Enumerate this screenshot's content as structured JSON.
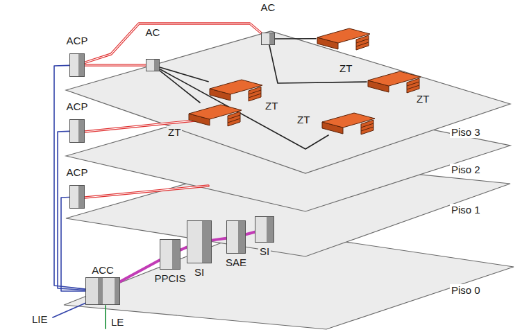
{
  "diagram": {
    "nodes": [
      {
        "text": [
          "ACP"
        ]
      },
      {
        "text": [
          "AC"
        ]
      },
      {
        "text": [
          "AC"
        ]
      },
      {
        "text": [
          "ACP"
        ]
      },
      {
        "text": [
          "ACP"
        ]
      },
      {
        "text": [
          "ACC"
        ]
      },
      {
        "text": [
          "PPCIS"
        ]
      },
      {
        "text": [
          "SI"
        ]
      },
      {
        "text": [
          "SAE"
        ]
      },
      {
        "text": [
          "SI"
        ]
      },
      {
        "text": [
          "ZT"
        ]
      },
      {
        "text": [
          "ZT"
        ]
      },
      {
        "text": [
          "ZT"
        ]
      },
      {
        "text": [
          "ZT"
        ]
      },
      {
        "text": [
          "ZT"
        ]
      }
    ],
    "edges": [
      {
        "from": 0,
        "to": 1,
        "arrow": "none"
      },
      {
        "from": 0,
        "to": 2,
        "arrow": "none"
      },
      {
        "from": 5,
        "to": 0,
        "arrow": "none"
      },
      {
        "from": 5,
        "to": 3,
        "arrow": "none"
      },
      {
        "from": 5,
        "to": 4,
        "arrow": "none"
      },
      {
        "from": 5,
        "to": 6,
        "arrow": "none"
      },
      {
        "from": 6,
        "to": 7,
        "arrow": "none"
      },
      {
        "from": 7,
        "to": 8,
        "arrow": "none"
      },
      {
        "from": 8,
        "to": 9,
        "arrow": "none"
      },
      {
        "from": 2,
        "to": 10,
        "arrow": "none"
      },
      {
        "from": 1,
        "to": 11,
        "arrow": "none"
      },
      {
        "from": 2,
        "to": 12,
        "arrow": "none"
      },
      {
        "from": 1,
        "to": 13,
        "arrow": "none"
      },
      {
        "from": 1,
        "to": 14,
        "arrow": "none"
      }
    ],
    "labels": [
      "Piso 3",
      "Piso 2",
      "Piso 1",
      "Piso 0",
      "LIE",
      "LE"
    ]
  }
}
